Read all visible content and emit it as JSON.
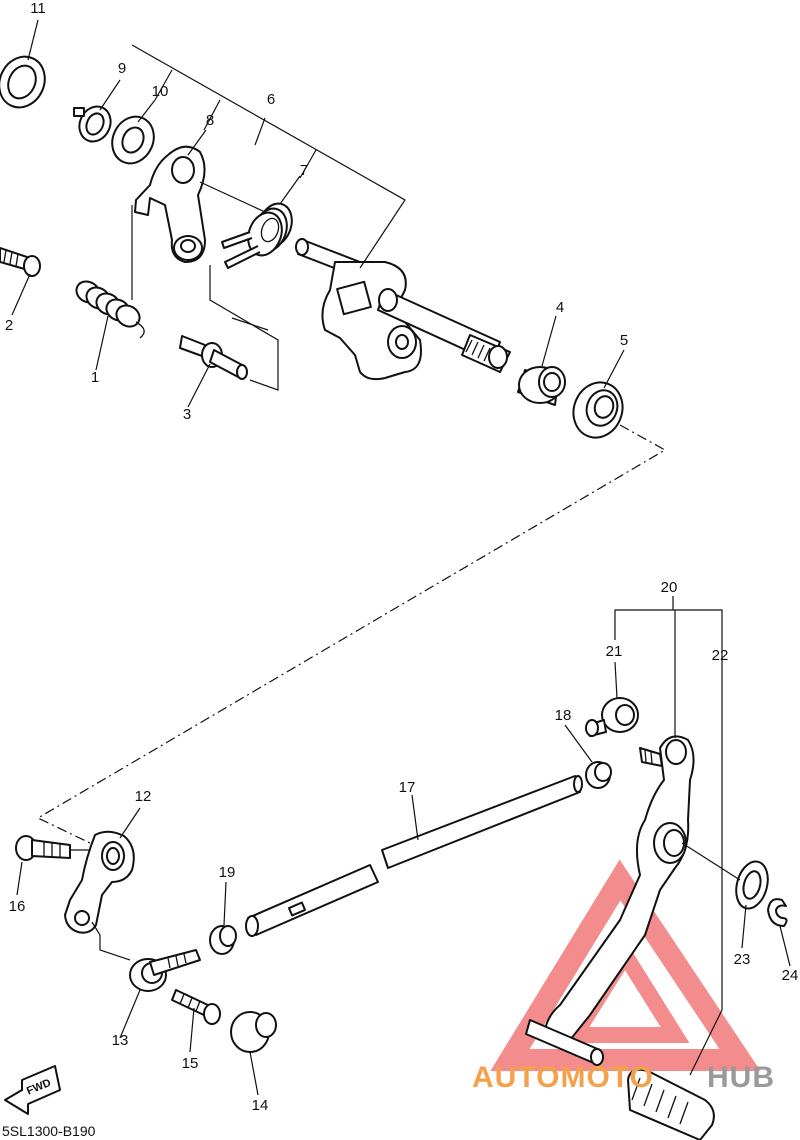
{
  "diagram_code": "5SL1300-B190",
  "fwd_label": "FWD",
  "watermark": {
    "text_orange": "AUTOMOTO",
    "text_gray": "HUB",
    "color_orange": "#f5a04a",
    "color_gray": "#9a9a9a",
    "color_triangle": "#f28080"
  },
  "callouts": {
    "c1": "1",
    "c2": "2",
    "c3": "3",
    "c4": "4",
    "c5": "5",
    "c6": "6",
    "c7": "7",
    "c8": "8",
    "c9": "9",
    "c10": "10",
    "c11": "11",
    "c12": "12",
    "c13": "13",
    "c14": "14",
    "c15": "15",
    "c16": "16",
    "c17": "17",
    "c18": "18",
    "c19": "19",
    "c20": "20",
    "c21": "21",
    "c22": "22",
    "c23": "23",
    "c24": "24"
  }
}
